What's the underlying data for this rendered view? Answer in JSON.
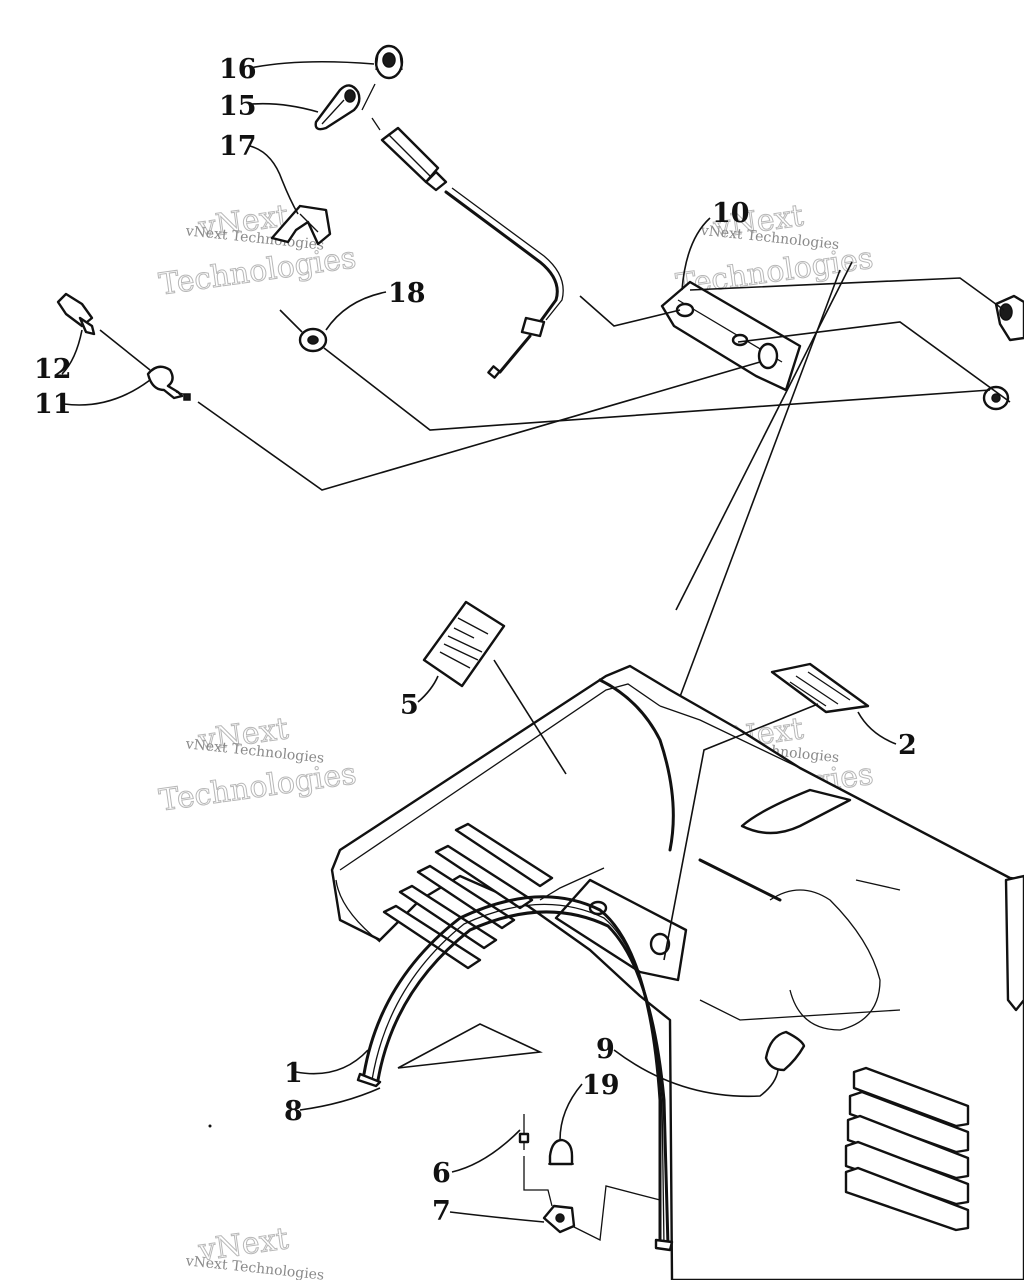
{
  "diagram": {
    "callouts": [
      {
        "id": "16",
        "label": "16"
      },
      {
        "id": "15",
        "label": "15"
      },
      {
        "id": "17",
        "label": "17"
      },
      {
        "id": "10",
        "label": "10"
      },
      {
        "id": "18",
        "label": "18"
      },
      {
        "id": "12",
        "label": "12"
      },
      {
        "id": "11",
        "label": "11"
      },
      {
        "id": "5",
        "label": "5"
      },
      {
        "id": "2",
        "label": "2"
      },
      {
        "id": "1",
        "label": "1"
      },
      {
        "id": "8",
        "label": "8"
      },
      {
        "id": "9",
        "label": "9"
      },
      {
        "id": "19",
        "label": "19"
      },
      {
        "id": "6",
        "label": "6"
      },
      {
        "id": "7",
        "label": "7"
      }
    ],
    "watermark": {
      "brand_top": "vNext",
      "brand_line": "vNext Technologies",
      "brand_bottom": "Technologies"
    }
  }
}
